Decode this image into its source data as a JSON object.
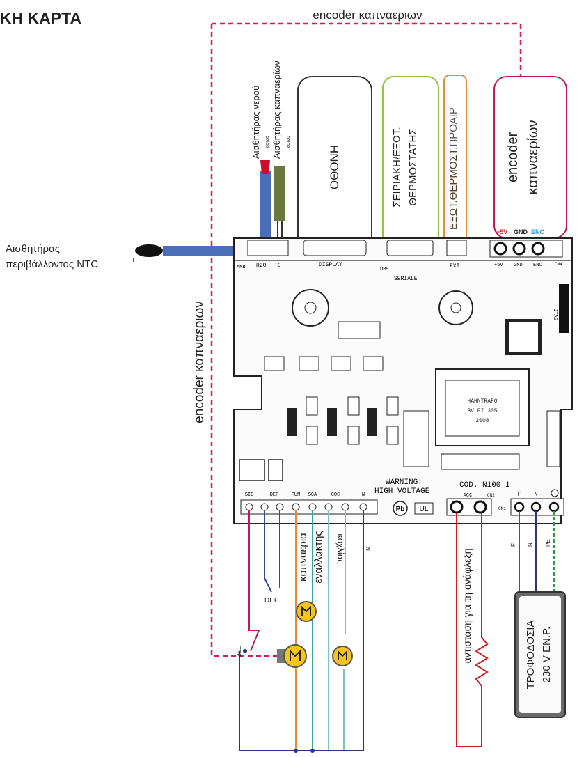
{
  "title": "ΚΗ ΚΑΡΤΑ",
  "encoder_top": "encoder καπναεριων",
  "encoder_left": "encoder καπναεριων",
  "sensors": {
    "water": "Αισθητήρας νερού",
    "water_sub": "εσωσ",
    "fumes": "Αισθητήρας καπναερίων",
    "fumes_sub": "εσωσ",
    "ambient_line1": "Αισθητήρας",
    "ambient_line2": "περιβάλλοντος NTC",
    "ambient_mark": "T"
  },
  "boxes": {
    "display": "ΟΘΟΝΗ",
    "serial_line1": "ΣΕΙΡΙΑΚΗ/ΕΞΩΤ.",
    "serial_line2": "ΘΕΡΜΟΣΤΑΤΗΣ",
    "ext_a": "ΕΞΩΤ.ΘΕΡΜΟΣΤ.",
    "ext_b": "ΕΞΩΤ.ΘΕΡΜΟΣΤ.ΠΡΟΑΙΡ",
    "encoder_line1": "encoder",
    "encoder_line2": "καπναερίων"
  },
  "encoder_pins": {
    "plus": "+5V",
    "gnd": "GND",
    "enc": "ENC"
  },
  "board": {
    "amb": "AMB",
    "h2o": "H2O",
    "tc": "TC",
    "display": "DISPLAY",
    "db9": "DB9",
    "seriale": "SERIALE",
    "ext": "EXT",
    "cn4": "CN4",
    "jtag": "JTAG",
    "pins_bottom": [
      "+5V",
      "GND",
      "ENC"
    ],
    "trafo": [
      "HAHNTRAFO",
      "BV EI 305",
      "2008"
    ],
    "warning": "WARNING:",
    "high_voltage": "HIGH VOLTAGE",
    "cod": "COD. N100_1",
    "ul": "UL",
    "pb": "Pb",
    "terminals": [
      "SIC",
      "DEP",
      "FUM",
      "SCA",
      "COC",
      "N"
    ],
    "acc": "ACC",
    "cn2": "CN2",
    "cn1": "CN1",
    "f": "F",
    "n": "N"
  },
  "wires": {
    "dep": "DEP",
    "tsp": "TSP",
    "fumes_fan": "καπναερια",
    "exchanger": "εναλλακτης",
    "auger": "κοχλίας",
    "n": "N",
    "resistor": "αντισταση για τη ανάφλεξη",
    "f": "F",
    "n2": "N",
    "pe": "PE"
  },
  "power_line1": "ΤΡΟΦΟΔΟΣΙΑ",
  "power_line2": "230 V ΕΝ.Ρ."
}
